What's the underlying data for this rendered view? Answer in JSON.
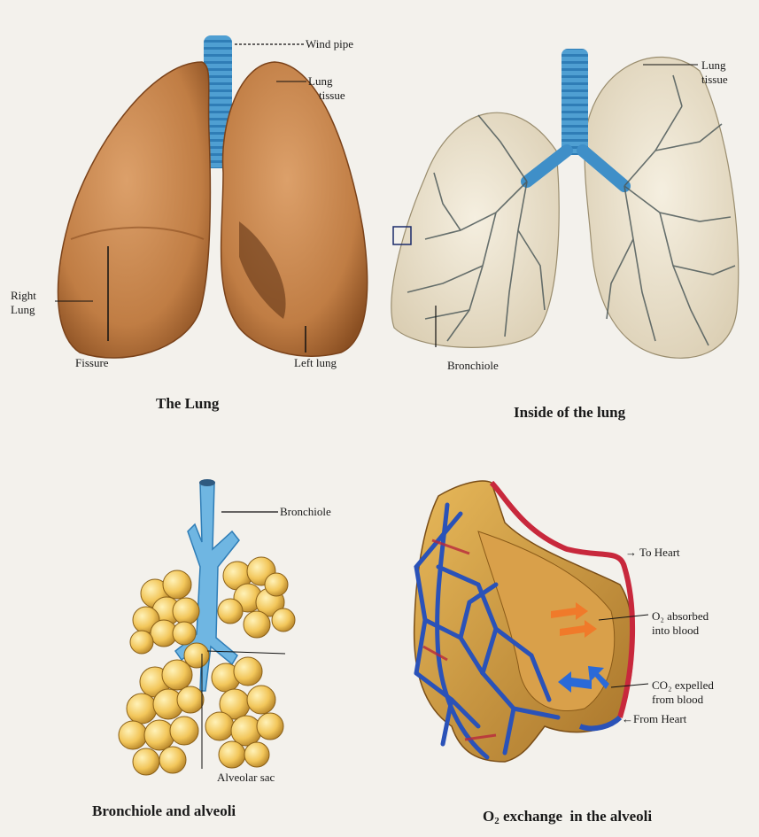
{
  "labels": {
    "wind_pipe": "Wind pipe",
    "lung_tissue_1_line1": "Lung",
    "lung_tissue_1_line2": "tissue",
    "right_lung_line1": "Right",
    "right_lung_line2": "Lung",
    "fissure": "Fissure",
    "left_lung": "Left lung",
    "lung_tissue_2_line1": "Lung",
    "lung_tissue_2_line2": "tissue",
    "bronchiole_top": "Bronchiole",
    "bronchiole_bottom": "Bronchiole",
    "alveolar_sac": "Alveolar sac",
    "to_heart": "→ To Heart",
    "o2_absorbed_line1": "O₂ absorbed",
    "o2_absorbed_line2": "into blood",
    "co2_expelled_line1": "CO₂ expelled",
    "co2_expelled_line2": "from blood",
    "from_heart": "←From Heart"
  },
  "captions": {
    "the_lung": "The Lung",
    "inside_lung": "Inside of the lung",
    "bronchiole_alveoli": "Bronchiole and alveoli",
    "o2_exchange_prefix": "O",
    "o2_exchange_sub": "2",
    "o2_exchange_rest": " exchange  in the alveoli"
  },
  "colors": {
    "background": "#f3f1ec",
    "lung_tan": "#c98a4e",
    "trachea_blue": "#5aa9d8",
    "inner_lung": "#efe6d2",
    "alveoli_yellow": "#f0c35a",
    "vein_blue": "#2a52b8",
    "artery_red": "#c8283c"
  }
}
